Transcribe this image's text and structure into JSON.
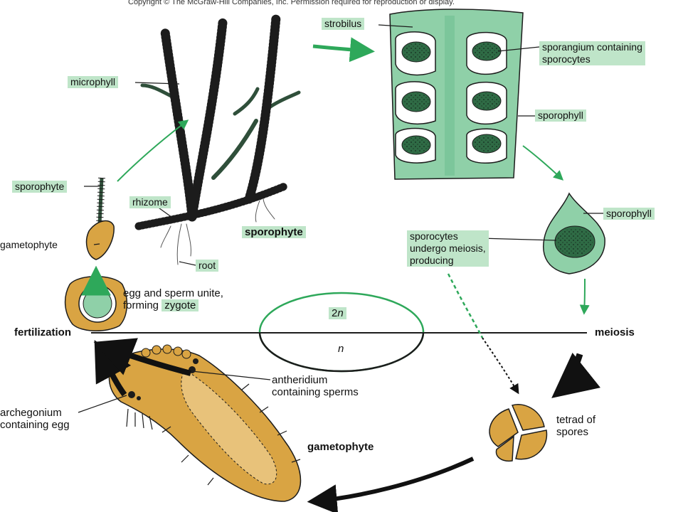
{
  "copyright": "Copyright © The McGraw-Hill Companies, Inc. Permission required for reproduction or display.",
  "labels": {
    "strobilus": "strobilus",
    "microphyll": "microphyll",
    "sporangium_line1": "sporangium containing",
    "sporangium_line2": "sporocytes",
    "sporophyll_top": "sporophyll",
    "sporophyll_right": "sporophyll",
    "sporophyte_small": "sporophyte",
    "rhizome": "rhizome",
    "sporophyte_main": "sporophyte",
    "gametophyte_small": "gametophyte",
    "root": "root",
    "sporocytes_line1": "sporocytes",
    "sporocytes_line2": "undergo meiosis,",
    "sporocytes_line3": "producing",
    "egg_line1": "egg and sperm unite,",
    "egg_line2_a": "forming ",
    "egg_line2_b": "zygote",
    "fertilization": "fertilization",
    "meiosis": "meiosis",
    "diploid_a": "2",
    "diploid_b": "n",
    "haploid": "n",
    "antheridium_line1": "antheridium",
    "antheridium_line2": "containing sperms",
    "archegonium_line1": "archegonium",
    "archegonium_line2": "containing egg",
    "tetrad_line1": "tetrad of",
    "tetrad_line2": "spores",
    "gametophyte_main": "gametophyte"
  },
  "colors": {
    "highlight": "#bfe5c9",
    "tissue": "#8fd0a8",
    "plant": "#2f4f3a",
    "arrow_green": "#2ea85a",
    "gametophyte": "#d9a443",
    "outline": "#1c1c1c"
  }
}
